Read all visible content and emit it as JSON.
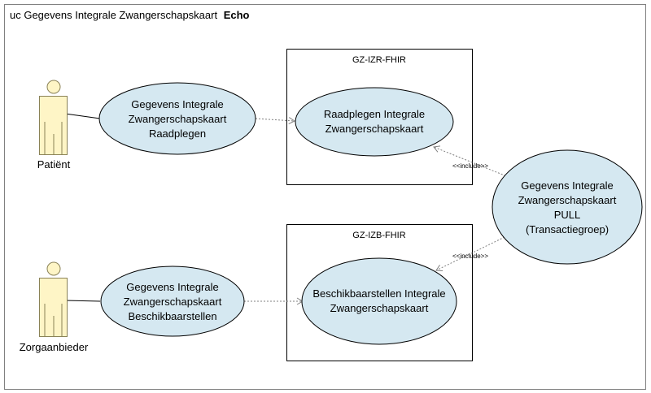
{
  "diagram": {
    "frame": {
      "title_prefix": "uc Gegevens Integrale Zwangerschapskaart",
      "title_bold": "Echo"
    },
    "colors": {
      "usecase_fill": "#d5e8f1",
      "actor_fill": "#fef5c6",
      "actor_stroke": "#8a8257",
      "line": "#000000",
      "dashed": "#808080"
    },
    "boundaries": [
      {
        "label": "GZ-IZR-FHIR"
      },
      {
        "label": "GZ-IZB-FHIR"
      }
    ],
    "actors": [
      {
        "label": "Patiënt"
      },
      {
        "label": "Zorgaanbieder"
      }
    ],
    "usecases": {
      "raadplegen": {
        "lines": [
          "Gegevens Integrale",
          "Zwangerschapskaart",
          "Raadplegen"
        ]
      },
      "beschikbaarstellen": {
        "lines": [
          "Gegevens  Integrale",
          "Zwangerschapskaart",
          "Beschikbaarstellen"
        ]
      },
      "izr": {
        "lines": [
          "Raadplegen Integrale",
          "Zwangerschapskaart"
        ]
      },
      "izb": {
        "lines": [
          "Beschikbaarstellen Integrale",
          "Zwangerschapskaart"
        ]
      },
      "pull": {
        "lines": [
          "Gegevens Integrale",
          "Zwangerschapskaart",
          "PULL",
          "(Transactiegroep)"
        ]
      }
    },
    "relations": {
      "include_1": "<<include>>",
      "include_2": "<<include>>"
    }
  }
}
